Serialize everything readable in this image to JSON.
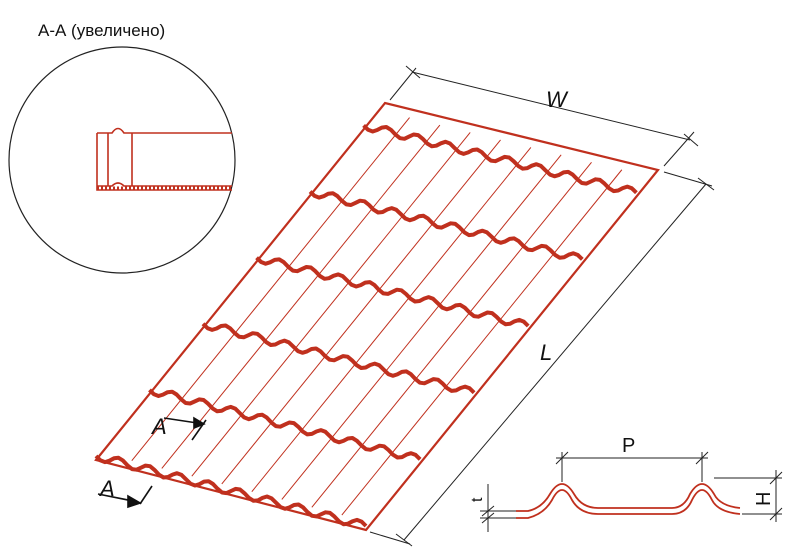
{
  "section_title": "А-А (увеличено)",
  "labels": {
    "width": "W",
    "length": "L",
    "section_mark_top": "А",
    "section_mark_bottom": "А",
    "pitch": "P",
    "thickness": "t",
    "height": "H"
  },
  "colors": {
    "sheet": "#c0301e",
    "line": "#222222",
    "background": "#ffffff"
  }
}
